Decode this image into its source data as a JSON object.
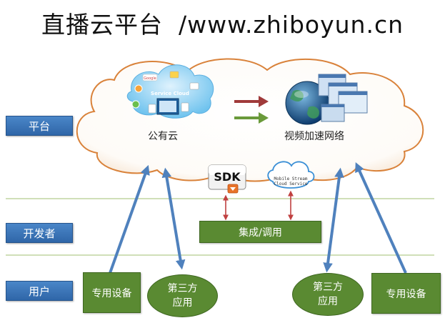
{
  "header": {
    "title_cn": "直播云平台",
    "title_url": "/www.zhiboyun.cn"
  },
  "layers": {
    "platform": "平台",
    "developer": "开发者",
    "user": "用户"
  },
  "cloud": {
    "public_cloud_label": "公有云",
    "video_accel_label": "视频加速网络",
    "service_cloud_text": "Service Cloud",
    "google_text": "Google"
  },
  "developer": {
    "sdk_label": "SDK",
    "mobile_stream_line1": "Mobile Stream",
    "mobile_stream_line2": "Cloud Service",
    "integration_label": "集成/调用"
  },
  "users": {
    "device_left": "专用设备",
    "third_party_left_line1": "第三方",
    "third_party_left_line2": "应用",
    "third_party_right_line1": "第三方",
    "third_party_right_line2": "应用",
    "device_right": "专用设备"
  },
  "colors": {
    "layer_label_bg": "#3a74b8",
    "green_box": "#5a8a32",
    "cloud_border": "#d9823a",
    "blue_arrow": "#4f81bd",
    "red_arrow": "#a03a3a",
    "green_arrow": "#6a9a3a",
    "divider": "#b5cc8e"
  }
}
